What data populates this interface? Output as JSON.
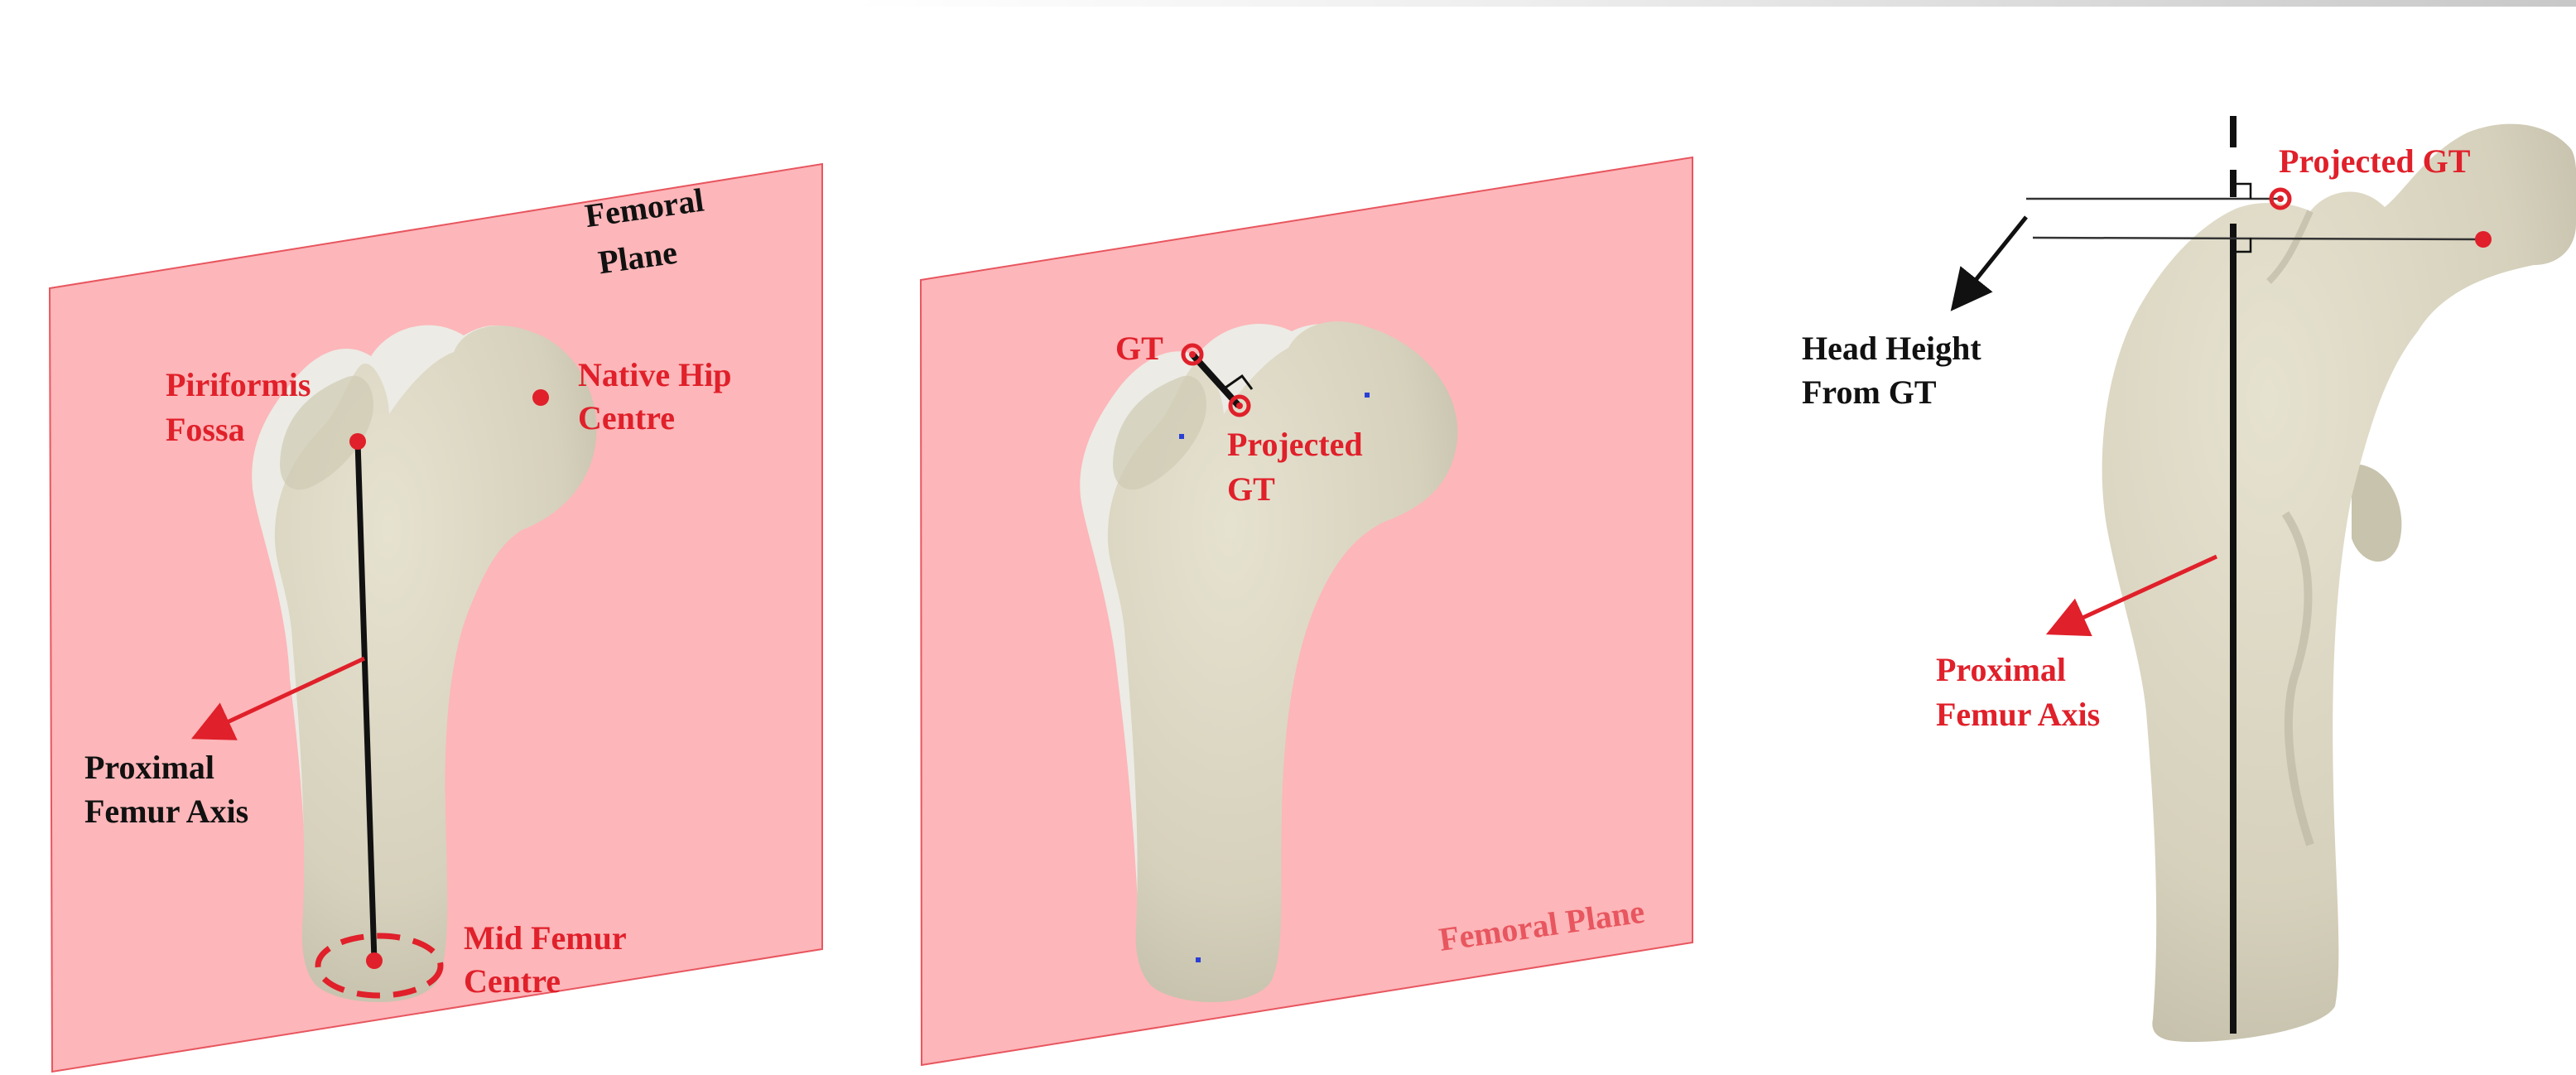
{
  "panels": [
    {
      "labels": {
        "femoral_plane": [
          "Femoral",
          "Plane"
        ],
        "piriformis_fossa": [
          "Piriformis",
          "Fossa"
        ],
        "native_hip_centre": [
          "Native Hip",
          "Centre"
        ],
        "proximal_femur_axis": [
          "Proximal",
          "Femur Axis"
        ],
        "mid_femur_centre": [
          "Mid Femur",
          "Centre"
        ]
      }
    },
    {
      "labels": {
        "gt": "GT",
        "projected_gt": [
          "Projected",
          "GT"
        ],
        "femoral_plane": "Femoral Plane"
      }
    },
    {
      "labels": {
        "projected_gt": "Projected GT",
        "head_height_from_gt": [
          "Head Height",
          "From GT"
        ],
        "proximal_femur_axis": [
          "Proximal",
          "Femur Axis"
        ]
      }
    }
  ],
  "colors": {
    "plane_fill": "#fdb6b9",
    "plane_edge": "#e8565f",
    "bone": "#d8d3bf",
    "bone_shadow": "#b9b4a0",
    "ghost_bone": "#eceae4",
    "landmark_red": "#e0202a",
    "axis_black": "#111111",
    "projection_dot": "#2a3fd6"
  }
}
